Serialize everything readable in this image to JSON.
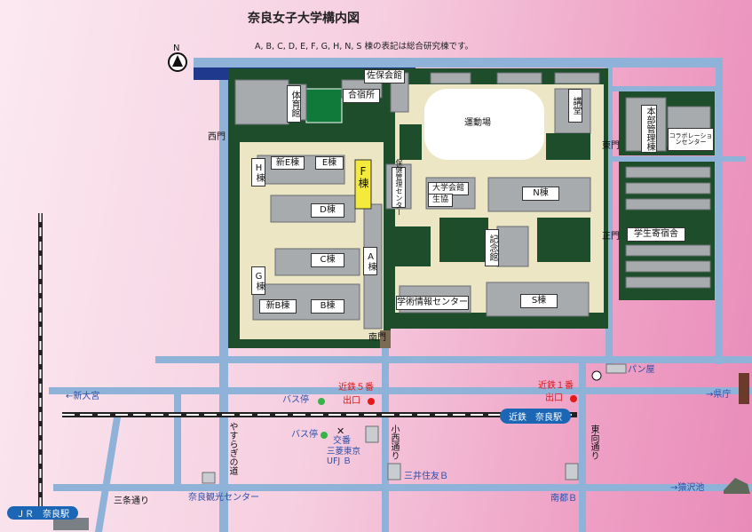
{
  "title": "奈良女子大学構内図",
  "note": "A, B, C, D, E, F, G, H, N, S 棟の表記は総合研究棟です。",
  "north": "N",
  "campus": {
    "taiikukan": "体育館",
    "sahokaikan": "佐保会館",
    "gasshukujo": "合宿所",
    "undojo": "運動場",
    "kodo": "講堂",
    "honbu": "本部管理棟",
    "collab": "コラボレーションセンター",
    "nishimon": "西門",
    "higashimon": "東門",
    "seimon": "正門",
    "nanmon": "南門",
    "h": "H棟",
    "shin_e": "新E棟",
    "e": "E棟",
    "f": "F棟",
    "hoken": "保健管理センター",
    "kaikan": "大学会館",
    "seikyo": "生協",
    "n": "N棟",
    "d": "D棟",
    "kinenkan": "記念館",
    "gakuseiryo": "学生寄宿舎",
    "c": "C棟",
    "a": "A棟",
    "g": "G棟",
    "shin_b": "新B棟",
    "b": "B棟",
    "gakujutsu": "学術情報センター",
    "s": "S棟"
  },
  "town": {
    "shin_omiya": "←新大宮",
    "bus1": "バス停",
    "kintetsu5": "近鉄５番",
    "exit5": "出口",
    "kintetsu1": "近鉄１番",
    "exit1": "出口",
    "panya": "パン屋",
    "kencho": "→県庁",
    "kintetsu_nara": "近鉄　奈良駅",
    "bus2": "バス停",
    "koban": "交番",
    "mufj": "三菱東京 UFJ Ｂ",
    "konishi": "小西通り",
    "yasuragi": "やすらぎの道",
    "higashimuki": "東向通り",
    "mitsui": "三井住友Ｂ",
    "nanto": "南都Ｂ",
    "sarusawa": "→猿沢池",
    "sanjo": "三条通り",
    "kanko": "奈良観光センター",
    "jr": "ＪＲ　奈良駅"
  },
  "colors": {
    "campus_green": "#1d4d2a",
    "campus_ground": "#ece6c4",
    "road": "#8fb2d8",
    "river": "#1f3a8c",
    "station_blue": "#1b67b6",
    "exit_red": "#e11b1b",
    "bus_green": "#39b24a",
    "highlight_yellow": "#f3ea3b"
  }
}
